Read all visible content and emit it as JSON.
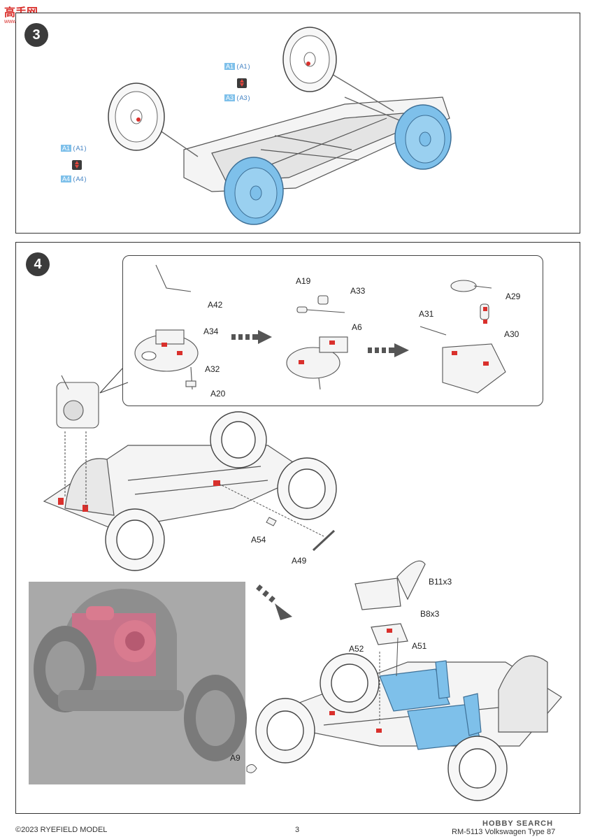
{
  "watermark": {
    "main": "高手网",
    "sub": "www.goshow.cn"
  },
  "step3": {
    "number": "3",
    "tags_right": {
      "top_a": "A1",
      "top_b": "A1",
      "bot_a": "A3",
      "bot_b": "A3"
    },
    "tags_left": {
      "top_a": "A1",
      "top_b": "A1",
      "bot_a": "A4",
      "bot_b": "A4"
    }
  },
  "step4": {
    "number": "4",
    "labels": {
      "a42": "A42",
      "a34": "A34",
      "a32": "A32",
      "a20": "A20",
      "a19": "A19",
      "a33": "A33",
      "a6": "A6",
      "a29": "A29",
      "a31": "A31",
      "a30": "A30",
      "a54": "A54",
      "a49": "A49",
      "b11": "B11x3",
      "b8": "B8x3",
      "a52": "A52",
      "a51": "A51",
      "a9": "A9"
    }
  },
  "footer": {
    "copyright": "©2023 RYEFIELD MODEL",
    "page": "3",
    "product": "RM-5113 Volkswagen Type 87",
    "source_logo": "HOBBY SEARCH"
  },
  "colors": {
    "highlight_blue": "#7ec0ea",
    "part_red": "#d9302c",
    "photo_pink": "#d97b8f"
  }
}
